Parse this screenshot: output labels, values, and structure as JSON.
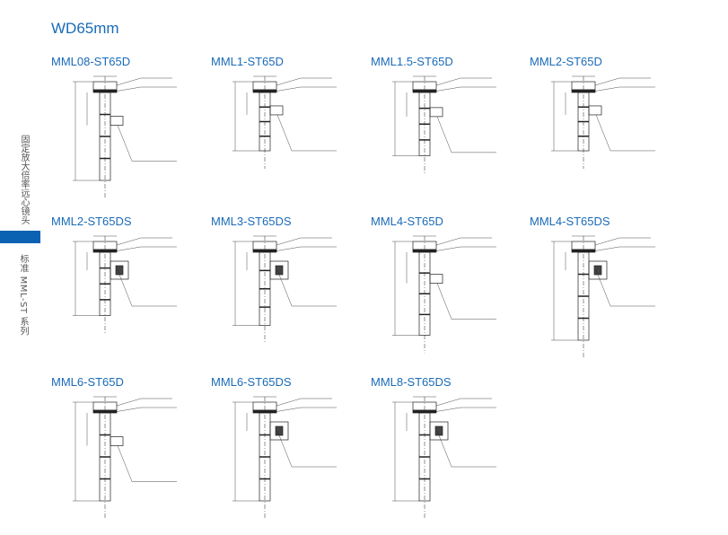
{
  "heading": "WD65mm",
  "side": {
    "top_text": "固定放大倍率远心镜头",
    "bottom_text": "标准 MML-ST 系列"
  },
  "colors": {
    "accent": "#1a6bb8",
    "bar": "#0b62b3"
  },
  "models": [
    {
      "name": "MML08-ST65D",
      "variant": "D",
      "length": 1.0
    },
    {
      "name": "MML1-ST65D",
      "variant": "D",
      "length": 0.7
    },
    {
      "name": "MML1.5-ST65D",
      "variant": "D",
      "length": 0.75
    },
    {
      "name": "MML2-ST65D",
      "variant": "D",
      "length": 0.7
    },
    {
      "name": "MML2-ST65DS",
      "variant": "DS",
      "length": 0.75
    },
    {
      "name": "MML3-ST65DS",
      "variant": "DS",
      "length": 0.85
    },
    {
      "name": "MML4-ST65D",
      "variant": "D",
      "length": 0.95
    },
    {
      "name": "MML4-ST65DS",
      "variant": "DS",
      "length": 1.0
    },
    {
      "name": "MML6-ST65D",
      "variant": "D",
      "length": 1.0
    },
    {
      "name": "MML6-ST65DS",
      "variant": "DS",
      "length": 1.0
    },
    {
      "name": "MML8-ST65DS",
      "variant": "DS",
      "length": 1.0
    }
  ]
}
